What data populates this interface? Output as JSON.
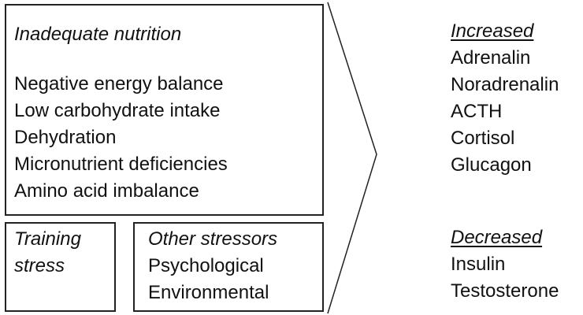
{
  "nutrition": {
    "heading": "Inadequate nutrition",
    "items": [
      "Negative energy balance",
      "Low carbohydrate intake",
      "Dehydration",
      "Micronutrient deficiencies",
      "Amino acid imbalance"
    ]
  },
  "training": {
    "line1": "Training",
    "line2": "stress"
  },
  "other": {
    "heading": "Other stressors",
    "items": [
      "Psychological",
      "Environmental"
    ]
  },
  "increased": {
    "heading": "Increased",
    "items": [
      "Adrenalin",
      "Noradrenalin",
      "ACTH",
      "Cortisol",
      "Glucagon"
    ]
  },
  "decreased": {
    "heading": "Decreased",
    "items": [
      "Insulin",
      "Testosterone"
    ]
  }
}
